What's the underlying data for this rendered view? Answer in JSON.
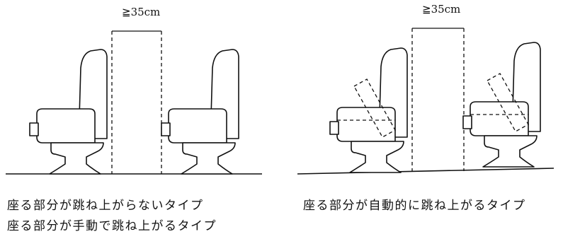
{
  "left_panel": {
    "dimension_label": "≧35cm",
    "captions": [
      "座る部分が跳ね上がらないタイプ",
      "座る部分が手動で跳ね上がるタイプ"
    ]
  },
  "right_panel": {
    "dimension_label": "≧35cm",
    "captions": [
      "座る部分が自動的に跳ね上がるタイプ"
    ]
  }
}
